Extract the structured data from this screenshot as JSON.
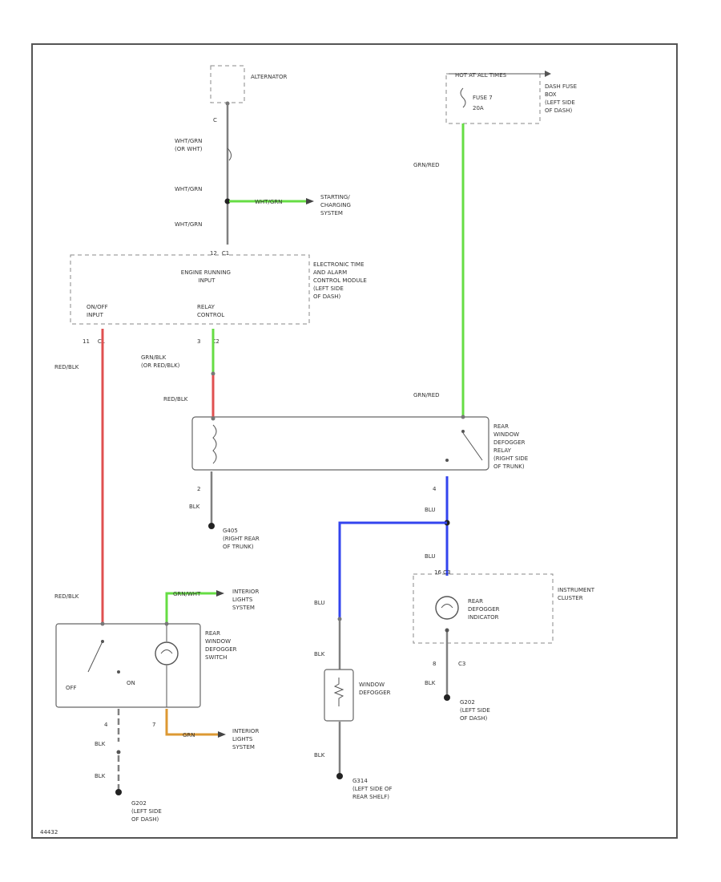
{
  "colors": {
    "frame": "#555555",
    "red_wire": "#e05050",
    "green_wire": "#66dd44",
    "blue_wire": "#3344ee",
    "orange_wire": "#dd9933",
    "gray_wire": "#7a7a7a"
  },
  "labels": {
    "alternator": "ALTERNATOR",
    "hot_at_all_times": "HOT AT ALL TIMES",
    "fuse_name": "FUSE 7",
    "fuse_rating": "20A",
    "dash_fuse_box": [
      "DASH FUSE",
      "BOX",
      "(LEFT SIDE",
      "OF DASH)"
    ],
    "wht_grn_or_wht": [
      "WHT/GRN",
      "(OR WHT)"
    ],
    "wht_grn_1": "WHT/GRN",
    "wht_grn_2": "WHT/GRN",
    "wht_grn_branch": "WHT/GRN",
    "starting_charging": [
      "STARTING/",
      "CHARGING",
      "SYSTEM"
    ],
    "grn_red_upper": "GRN/RED",
    "grn_red_lower": "GRN/RED",
    "alt_pin": "C",
    "pin_12": "12",
    "pin_c1": "C1",
    "engine_running_input": [
      "ENGINE RUNNING",
      "INPUT"
    ],
    "on_off_input": [
      "ON/OFF",
      "INPUT"
    ],
    "relay_control": [
      "RELAY",
      "CONTROL"
    ],
    "module_name": [
      "ELECTRONIC TIME",
      "AND ALARM",
      "CONTROL MODULE",
      "(LEFT SIDE",
      "OF DASH)"
    ],
    "pin_11": "11",
    "pin_c1b": "C1",
    "pin_3": "3",
    "pin_c2": "C2",
    "red_blk_left": "RED/BLK",
    "grn_blk": [
      "GRN/BLK",
      "(OR RED/BLK)"
    ],
    "red_blk_mid": "RED/BLK",
    "relay_name": [
      "REAR",
      "WINDOW",
      "DEFOGGER",
      "RELAY",
      "(RIGHT SIDE",
      "OF TRUNK)"
    ],
    "relay_pin_2": "2",
    "relay_pin_4": "4",
    "blk_relay": "BLK",
    "g405": [
      "G405",
      "(RIGHT REAR",
      "OF TRUNK)"
    ],
    "blu_1": "BLU",
    "blu_2": "BLU",
    "blu_3": "BLU",
    "red_blk_switch": "RED/BLK",
    "grn_wht": "GRN/WHT",
    "interior_lights_1": [
      "INTERIOR",
      "LIGHTS",
      "SYSTEM"
    ],
    "switch_name": [
      "REAR",
      "WINDOW",
      "DEFOGGER",
      "SWITCH"
    ],
    "off": "OFF",
    "on": "ON",
    "sw_pin_4": "4",
    "sw_pin_7": "7",
    "blk_sw_1": "BLK",
    "blk_sw_2": "BLK",
    "grn_orange": "GRN",
    "interior_lights_2": [
      "INTERIOR",
      "LIGHTS",
      "SYSTEM"
    ],
    "g202_left": [
      "G202",
      "(LEFT SIDE",
      "OF DASH)"
    ],
    "blk_def_1": "BLK",
    "blk_def_2": "BLK",
    "window_defogger": [
      "WINDOW",
      "DEFOGGER"
    ],
    "g314": [
      "G314",
      "(LEFT SIDE OF",
      "REAR SHELF)"
    ],
    "cluster_pins": "16   C3",
    "rear_defogger_indicator": [
      "REAR",
      "DEFOGGER",
      "INDICATOR"
    ],
    "instrument_cluster": [
      "INSTRUMENT",
      "CLUSTER"
    ],
    "cluster_pin_8": "8",
    "cluster_pin_c3": "C3",
    "blk_cluster": "BLK",
    "g202_right": [
      "G202",
      "(LEFT SIDE",
      "OF DASH)"
    ],
    "figure_id": "44432"
  }
}
